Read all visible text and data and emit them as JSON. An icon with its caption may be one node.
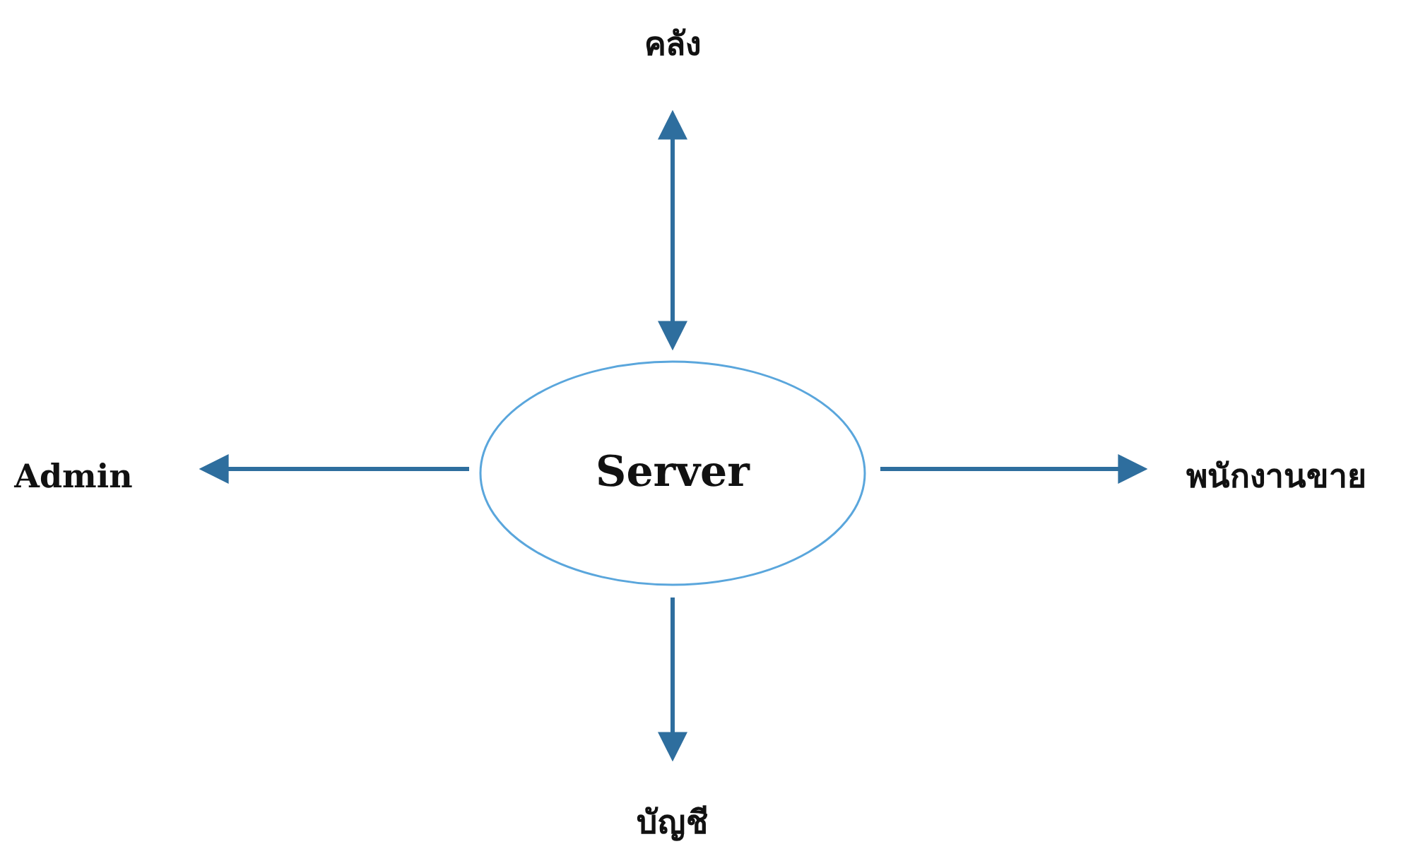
{
  "diagram": {
    "nodes": [
      {
        "text": [
          "คลัง"
        ]
      },
      {
        "text": [
          "Admin"
        ]
      },
      {
        "text": [
          "Server"
        ]
      },
      {
        "text": [
          "พนักงานขาย"
        ]
      },
      {
        "text": [
          "บัญชี"
        ]
      }
    ],
    "edges": [
      {
        "from": 2,
        "to": 0,
        "arrow": "both"
      },
      {
        "from": 2,
        "to": 1,
        "arrow": "to"
      },
      {
        "from": 2,
        "to": 3,
        "arrow": "to"
      },
      {
        "from": 2,
        "to": 4,
        "arrow": "to"
      }
    ]
  }
}
